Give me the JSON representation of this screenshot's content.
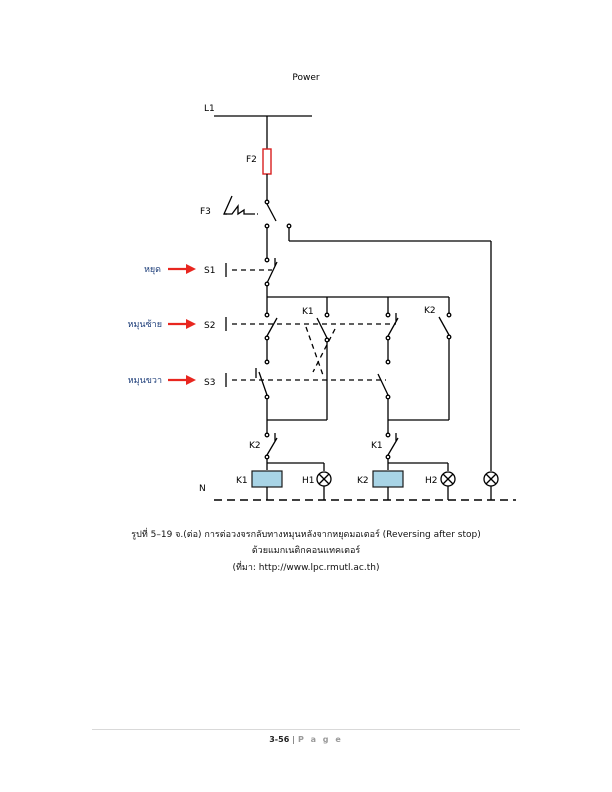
{
  "diagram": {
    "title": "Power",
    "line_label": "L1",
    "neutral_label": "N",
    "fuse_label": "F2",
    "overload_label": "F3",
    "switches": [
      {
        "label": "S1",
        "function_label": "หยุด",
        "arrow_color": "#e8261f"
      },
      {
        "label": "S2",
        "function_label": "หมุนซ้าย",
        "arrow_color": "#e8261f"
      },
      {
        "label": "S3",
        "function_label": "หมุนขวา",
        "arrow_color": "#e8261f"
      }
    ],
    "contact_labels": {
      "aux_k1": "K1",
      "aux_k2": "K2",
      "interlock_k2": "K2",
      "interlock_k1": "K1"
    },
    "coils": [
      {
        "label": "K1",
        "fill": "#a8d4e6"
      },
      {
        "label": "K2",
        "fill": "#a8d4e6"
      }
    ],
    "lamps": [
      {
        "label": "H1"
      },
      {
        "label": "H2"
      }
    ],
    "colors": {
      "fuse": "#d92020",
      "thai_label": "#1f3f7a",
      "wire": "#000000"
    }
  },
  "caption": {
    "line1": "รูปที่ 5–19 จ.(ต่อ) การต่อวงจรกลับทางหมุนหลังจากหยุดมอเตอร์ (Reversing after stop)",
    "line2": "ด้วยแมกเนติกคอนแทคเตอร์",
    "line3": "(ที่มา: http://www.lpc.rmutl.ac.th)"
  },
  "footer": {
    "page_number": "3-56",
    "separator": "|",
    "page_word": "P a g e"
  }
}
